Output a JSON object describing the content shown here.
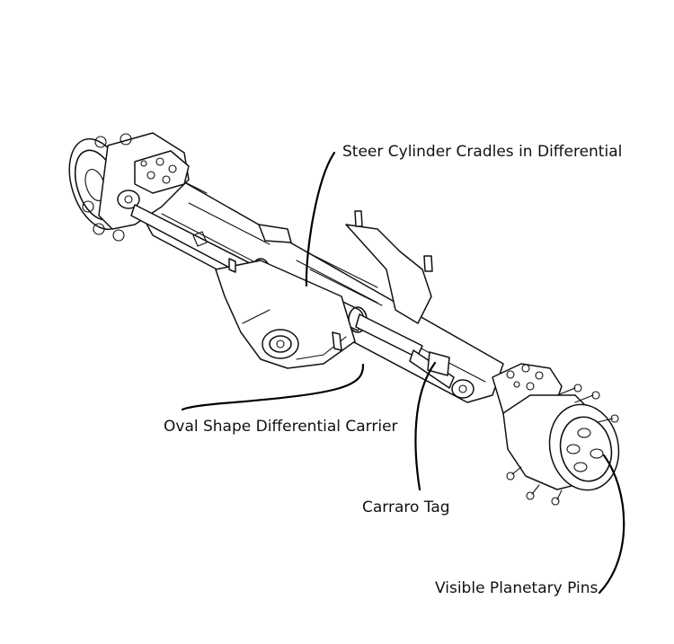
{
  "figure": {
    "callouts": {
      "steer_cylinder": "Steer Cylinder Cradles in Differential",
      "differential_carrier": "Oval Shape Differential Carrier",
      "carraro_tag": "Carraro Tag",
      "planetary_pins": "Visible Planetary Pins"
    },
    "colors": {
      "ink": "#111111",
      "background": "#ffffff"
    }
  }
}
